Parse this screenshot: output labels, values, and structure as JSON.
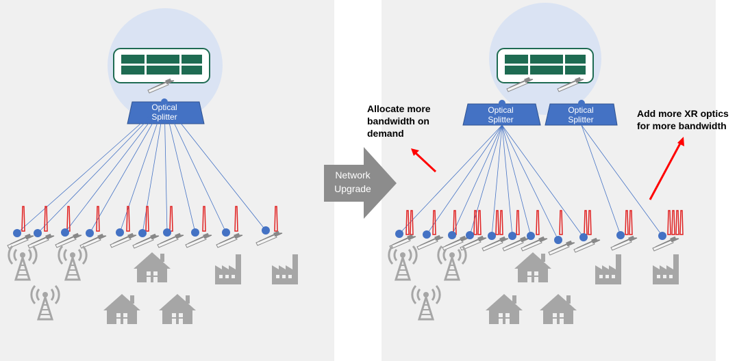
{
  "left_panel": {
    "splitter": {
      "label_line1": "Optical",
      "label_line2": "Splitter"
    }
  },
  "upgrade_arrow": {
    "line1": "Network",
    "line2": "Upgrade"
  },
  "right_panel": {
    "splitter_a": {
      "label_line1": "Optical",
      "label_line2": "Splitter"
    },
    "splitter_b": {
      "label_line1": "Optical",
      "label_line2": "Splitter"
    },
    "annotation_left": {
      "line1": "Allocate more",
      "line2": "bandwidth on",
      "line3": "demand"
    },
    "annotation_right": {
      "line1": "Add more XR optics",
      "line2": "for more bandwidth"
    }
  },
  "colors": {
    "panel_bg": "#f0f0f0",
    "hub_circle": "#dae3f3",
    "switch_green": "#1e6b52",
    "splitter_blue": "#4472c4",
    "fiber_line": "#4472c4",
    "node_dot": "#4472c4",
    "bandwidth_bar": "#e02020",
    "endpoint_gray": "#a6a6a6",
    "arrow_gray": "#8c8c8c",
    "annotation_arrow": "#ff0000"
  },
  "icons": [
    "router-switch-icon",
    "optical-transceiver-icon",
    "cell-tower-icon",
    "house-icon",
    "factory-icon"
  ]
}
